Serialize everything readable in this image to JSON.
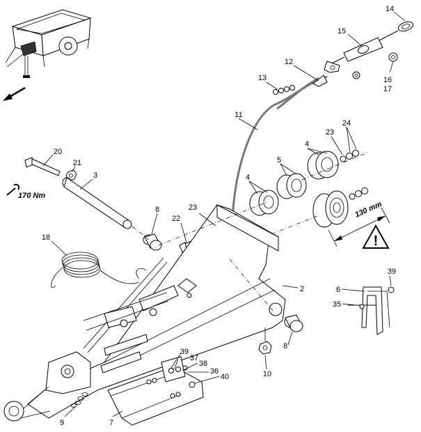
{
  "callouts": [
    {
      "id": "c14",
      "text": "14"
    },
    {
      "id": "c15",
      "text": "15"
    },
    {
      "id": "c12",
      "text": "12"
    },
    {
      "id": "c13",
      "text": "13"
    },
    {
      "id": "c16",
      "text": "16"
    },
    {
      "id": "c17",
      "text": "17"
    },
    {
      "id": "c11",
      "text": "11"
    },
    {
      "id": "c24",
      "text": "24"
    },
    {
      "id": "c23a",
      "text": "23"
    },
    {
      "id": "c4a",
      "text": "4"
    },
    {
      "id": "c20",
      "text": "20"
    },
    {
      "id": "c21",
      "text": "21"
    },
    {
      "id": "c3",
      "text": "3"
    },
    {
      "id": "c5",
      "text": "5"
    },
    {
      "id": "c4b",
      "text": "4"
    },
    {
      "id": "c8a",
      "text": "8"
    },
    {
      "id": "c23b",
      "text": "23"
    },
    {
      "id": "c22",
      "text": "22"
    },
    {
      "id": "c18",
      "text": "18"
    },
    {
      "id": "c2",
      "text": "2"
    },
    {
      "id": "c39a",
      "text": "39"
    },
    {
      "id": "c6",
      "text": "6"
    },
    {
      "id": "c35",
      "text": "35"
    },
    {
      "id": "c8b",
      "text": "8"
    },
    {
      "id": "c10",
      "text": "10"
    },
    {
      "id": "c39b",
      "text": "39"
    },
    {
      "id": "c37",
      "text": "37"
    },
    {
      "id": "c38",
      "text": "38"
    },
    {
      "id": "c36",
      "text": "36"
    },
    {
      "id": "c40",
      "text": "40"
    },
    {
      "id": "c9",
      "text": "9"
    },
    {
      "id": "c7",
      "text": "7"
    }
  ],
  "torque_label": "170 Nm",
  "dimension_label": "130 mm",
  "warning_symbol": "!",
  "icons": [
    "wrench-icon",
    "warning-triangle-icon",
    "direction-arrow-icon"
  ]
}
